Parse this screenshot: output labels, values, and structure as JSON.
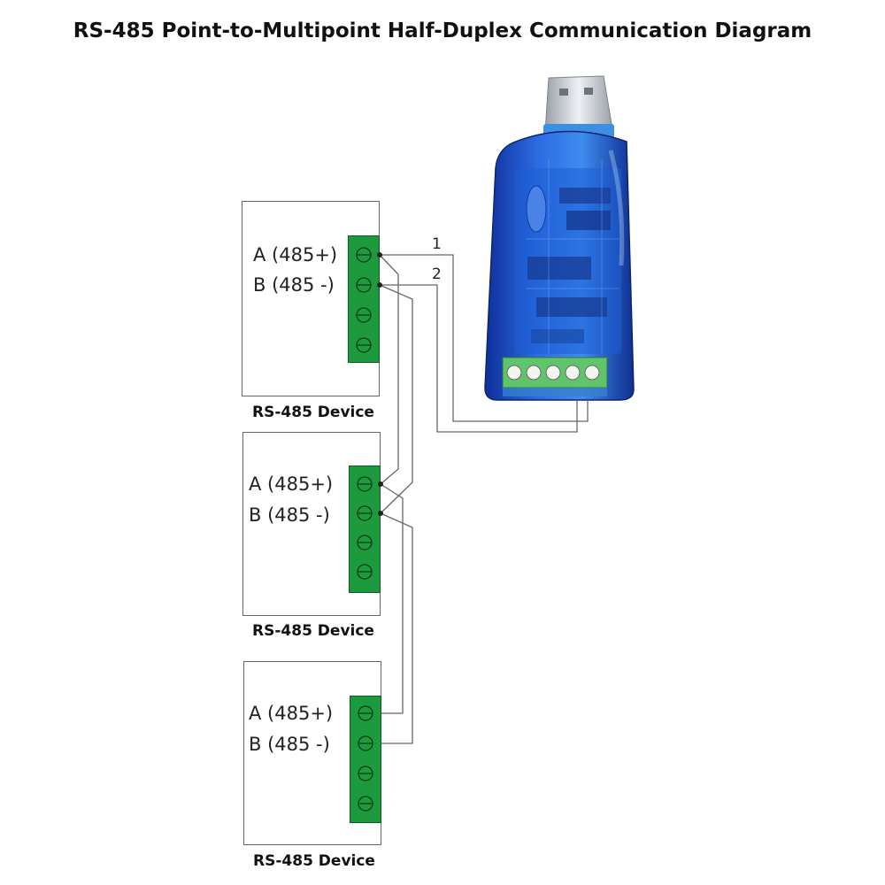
{
  "title": "RS-485 Point-to-Multipoint Half-Duplex Communication Diagram",
  "devices": [
    {
      "label_a": "A (485+)",
      "label_b": "B (485 -)",
      "caption": "RS-485 Device"
    },
    {
      "label_a": "A (485+)",
      "label_b": "B (485 -)",
      "caption": "RS-485 Device"
    },
    {
      "label_a": "A (485+)",
      "label_b": "B (485 -)",
      "caption": "RS-485 Device"
    }
  ],
  "wires": {
    "wire_1": "1",
    "wire_2": "2"
  },
  "colors": {
    "terminal_green": "#1c9a3d",
    "adapter_blue": "#1a4fc4",
    "adapter_terminal": "#5fc46a",
    "wire": "#666666"
  }
}
